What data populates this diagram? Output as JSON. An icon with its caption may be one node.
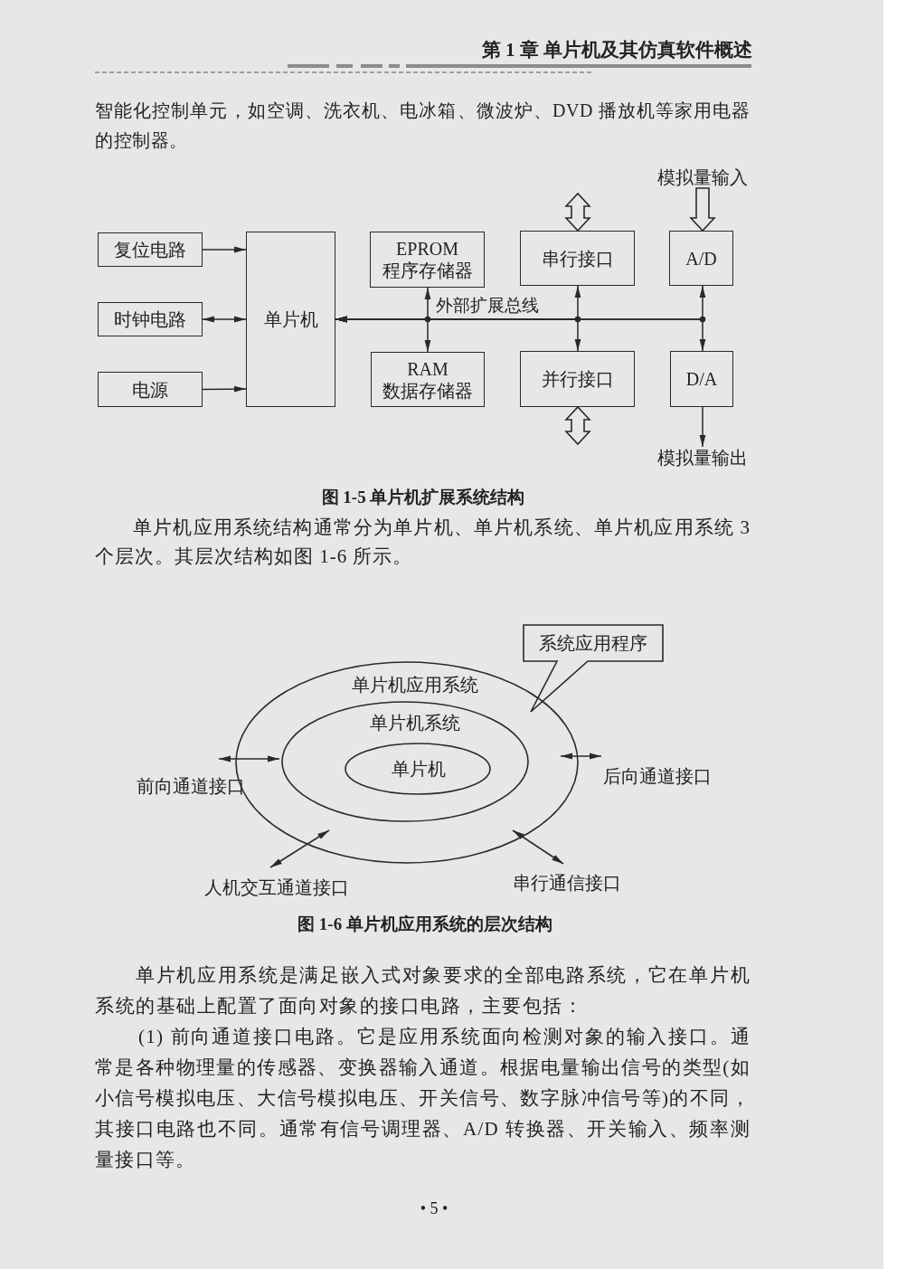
{
  "diagram": {
    "nodes": [
      {
        "text": [
          "模拟量输入"
        ]
      },
      {
        "text": [
          "复位电路"
        ]
      },
      {
        "text": [
          "单片机"
        ]
      },
      {
        "text": [
          "EPROM 程序存储器"
        ]
      },
      {
        "text": [
          "串行接口"
        ]
      },
      {
        "text": [
          "A/D"
        ]
      },
      {
        "text": [
          "时钟电路"
        ]
      },
      {
        "text": [
          "电源"
        ]
      },
      {
        "text": [
          "RAM 数据存储器"
        ]
      },
      {
        "text": [
          "并行接口"
        ]
      },
      {
        "text": [
          "D/A"
        ]
      },
      {
        "text": [
          "模拟量输出"
        ]
      },
      {
        "text": [
          "系统应用程序"
        ]
      },
      {
        "text": [
          "单片机应用系统"
        ]
      },
      {
        "text": [
          "单片机系统"
        ],
        "in": 13
      },
      {
        "text": [
          "单片机"
        ],
        "in": 14
      },
      {
        "text": [
          "前向通道接口"
        ]
      },
      {
        "text": [
          "后向通道接口"
        ]
      },
      {
        "text": [
          "人机交互通道接口"
        ]
      },
      {
        "text": [
          "串行通信接口"
        ]
      }
    ],
    "edges": [
      {
        "from": 1,
        "to": 2,
        "arrow": "to"
      },
      {
        "from": 6,
        "to": 2,
        "arrow": "both"
      },
      {
        "from": 7,
        "to": 2,
        "arrow": "to"
      },
      {
        "from": 2,
        "to": 3,
        "arrow": "both"
      },
      {
        "from": 2,
        "to": 8,
        "arrow": "both"
      },
      {
        "from": 2,
        "to": 4,
        "arrow": "both"
      },
      {
        "from": 2,
        "to": 9,
        "arrow": "both"
      },
      {
        "from": 2,
        "to": 5,
        "arrow": "both"
      },
      {
        "from": 2,
        "to": 10,
        "arrow": "both"
      },
      {
        "from": 4,
        "to": null,
        "arrow": "both",
        "style": "thick"
      },
      {
        "from": 9,
        "to": null,
        "arrow": "both",
        "style": "thick"
      },
      {
        "from": 0,
        "to": 5,
        "arrow": "to",
        "style": "thick"
      },
      {
        "from": 10,
        "to": 11,
        "arrow": "to"
      },
      {
        "from": 16,
        "to": 13,
        "arrow": "both"
      },
      {
        "from": 17,
        "to": 13,
        "arrow": "both"
      },
      {
        "from": 18,
        "to": 13,
        "arrow": "both"
      },
      {
        "from": 19,
        "to": 13,
        "arrow": "both"
      }
    ],
    "labels": [
      "第 1 章 单片机及其仿真软件概述",
      "智能化控制单元，如空调、洗衣机、电冰箱、微波炉、DVD 播放机等家用电器的控制器。",
      "外部扩展总线",
      "图 1-5 单片机扩展系统结构",
      "单片机应用系统结构通常分为单片机、单片机系统、单片机应用系统 3 个层次。其层次结构如图 1-6 所示。",
      "图 1-6 单片机应用系统的层次结构",
      "单片机应用系统是满足嵌入式对象要求的全部电路系统，它在单片机系统的基础上配置了面向对象的接口电路，主要包括：",
      "(1) 前向通道接口电路。它是应用系统面向检测对象的输入接口。通常是各种物理量的传感器、变换器输入通道。根据电量输出信号的类型(如小信号模拟电压、大信号模拟电压、开关信号、数字脉冲信号等)的不同，其接口电路也不同。通常有信号调理器、A/D 转换器、开关输入、频率测量接口等。",
      "• 5 •"
    ]
  }
}
